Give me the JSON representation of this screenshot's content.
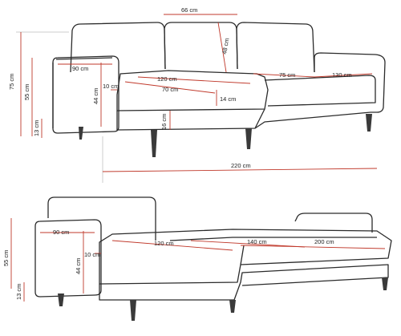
{
  "diagram": {
    "top_view": {
      "back_depth": "66 cm",
      "cushion_height": "48 cm",
      "total_height": "75 cm",
      "back_height": "55 cm",
      "leg_height": "13 cm",
      "arm_depth": "90 cm",
      "arm_width": "10 cm",
      "arm_height": "44 cm",
      "chaise_length": "120 cm",
      "seat_depth": "70 cm",
      "cushion_thickness": "14 cm",
      "seat_front_height": "16 cm",
      "seat_width_mid": "75 cm",
      "seat_width_right": "130 cm",
      "total_width": "220 cm"
    },
    "bottom_view": {
      "back_height": "55 cm",
      "leg_height": "13 cm",
      "arm_depth": "90 cm",
      "arm_width": "10 cm",
      "arm_height": "44 cm",
      "chaise_length": "120 cm",
      "bed_width_mid": "140 cm",
      "bed_length": "200 cm"
    }
  },
  "colors": {
    "dimension_line": "#c0392b",
    "outline": "#2b2b2b"
  }
}
